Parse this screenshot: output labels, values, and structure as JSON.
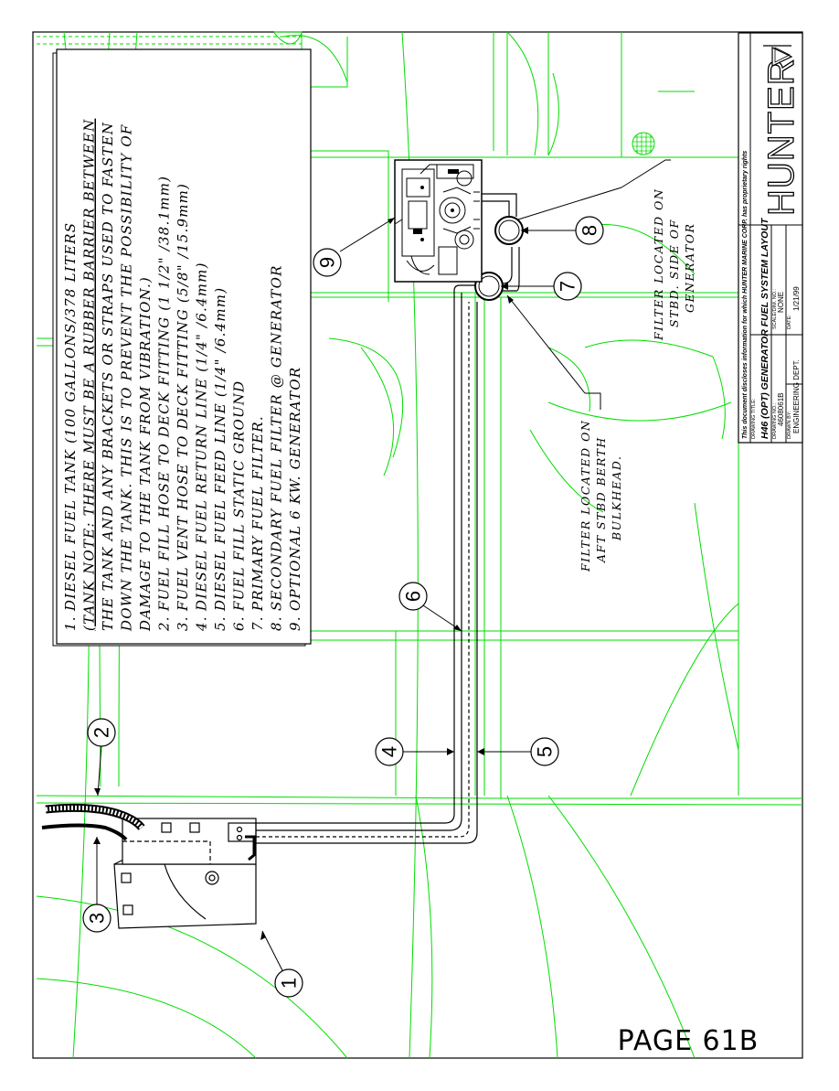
{
  "notes": {
    "items": [
      {
        "num": "1.",
        "text": "DIESEL FUEL TANK (100 GALLONS/378 LITERS"
      },
      {
        "num": "",
        "text": "(TANK NOTE:  THERE MUST BE A RUBBER BARRIER BETWEEN"
      },
      {
        "num": "",
        "text": "THE TANK AND ANY BRACKETS OR STRAPS USED TO FASTEN"
      },
      {
        "num": "",
        "text": "DOWN THE TANK.  THIS IS TO PREVENT THE POSSIBILITY OF"
      },
      {
        "num": "",
        "text": "DAMAGE TO THE TANK FROM VIBRATION.)"
      },
      {
        "num": "2.",
        "text": "FUEL FILL HOSE TO DECK FITTING (1 1/2\" /38.1mm)"
      },
      {
        "num": "3.",
        "text": "FUEL VENT HOSE TO DECK FITTING (5/8\" /15.9mm)"
      },
      {
        "num": "4.",
        "text": "DIESEL FUEL RETURN LINE (1/4\" /6.4mm)"
      },
      {
        "num": "5.",
        "text": "DIESEL FUEL FEED LINE (1/4\" /6.4mm)"
      },
      {
        "num": "6.",
        "text": "FUEL FILL STATIC GROUND"
      },
      {
        "num": "7.",
        "text": "PRIMARY FUEL FILTER."
      },
      {
        "num": "8.",
        "text": "SECONDARY FUEL FILTER @ GENERATOR"
      },
      {
        "num": "9.",
        "text": "OPTIONAL 6 KW. GENERATOR"
      }
    ]
  },
  "callouts": {
    "bubble_1": "1",
    "bubble_2": "2",
    "bubble_3": "3",
    "bubble_4": "4",
    "bubble_5": "5",
    "bubble_6": "6",
    "bubble_7": "7",
    "bubble_8": "8",
    "bubble_9": "9",
    "filter_stbd_lines": [
      "FILTER LOCATED ON",
      "STBD. SIDE OF",
      "GENERATOR"
    ],
    "filter_aft_lines": [
      "FILTER LOCATED ON",
      "AFT STBD BERTH",
      "BULKHEAD."
    ]
  },
  "title_block": {
    "drawing_title_label": "DRAWING TITLE:",
    "drawing_title": "H46 (OPT) GENERATOR FUEL SYSTEM LAYOUT",
    "drawing_no_label": "DRAWING NO.:",
    "drawing_no": "4608061B",
    "drawn_by_label": "DRAWN BY:",
    "drawn_by": "ENGINEERING DEPT.",
    "scale_label": "SCALE/DIM. NO.:",
    "scale": "NONE",
    "date_label": "DATE:",
    "date": "1/21/99",
    "proprietary": "This document discloses information for which HUNTER MARINE CORP. has proprietary rights",
    "brand": "HUNTER"
  },
  "page_label": "PAGE 61B",
  "colors": {
    "hull_lines": "#00dd00",
    "ink": "#000000",
    "background": "#ffffff"
  }
}
